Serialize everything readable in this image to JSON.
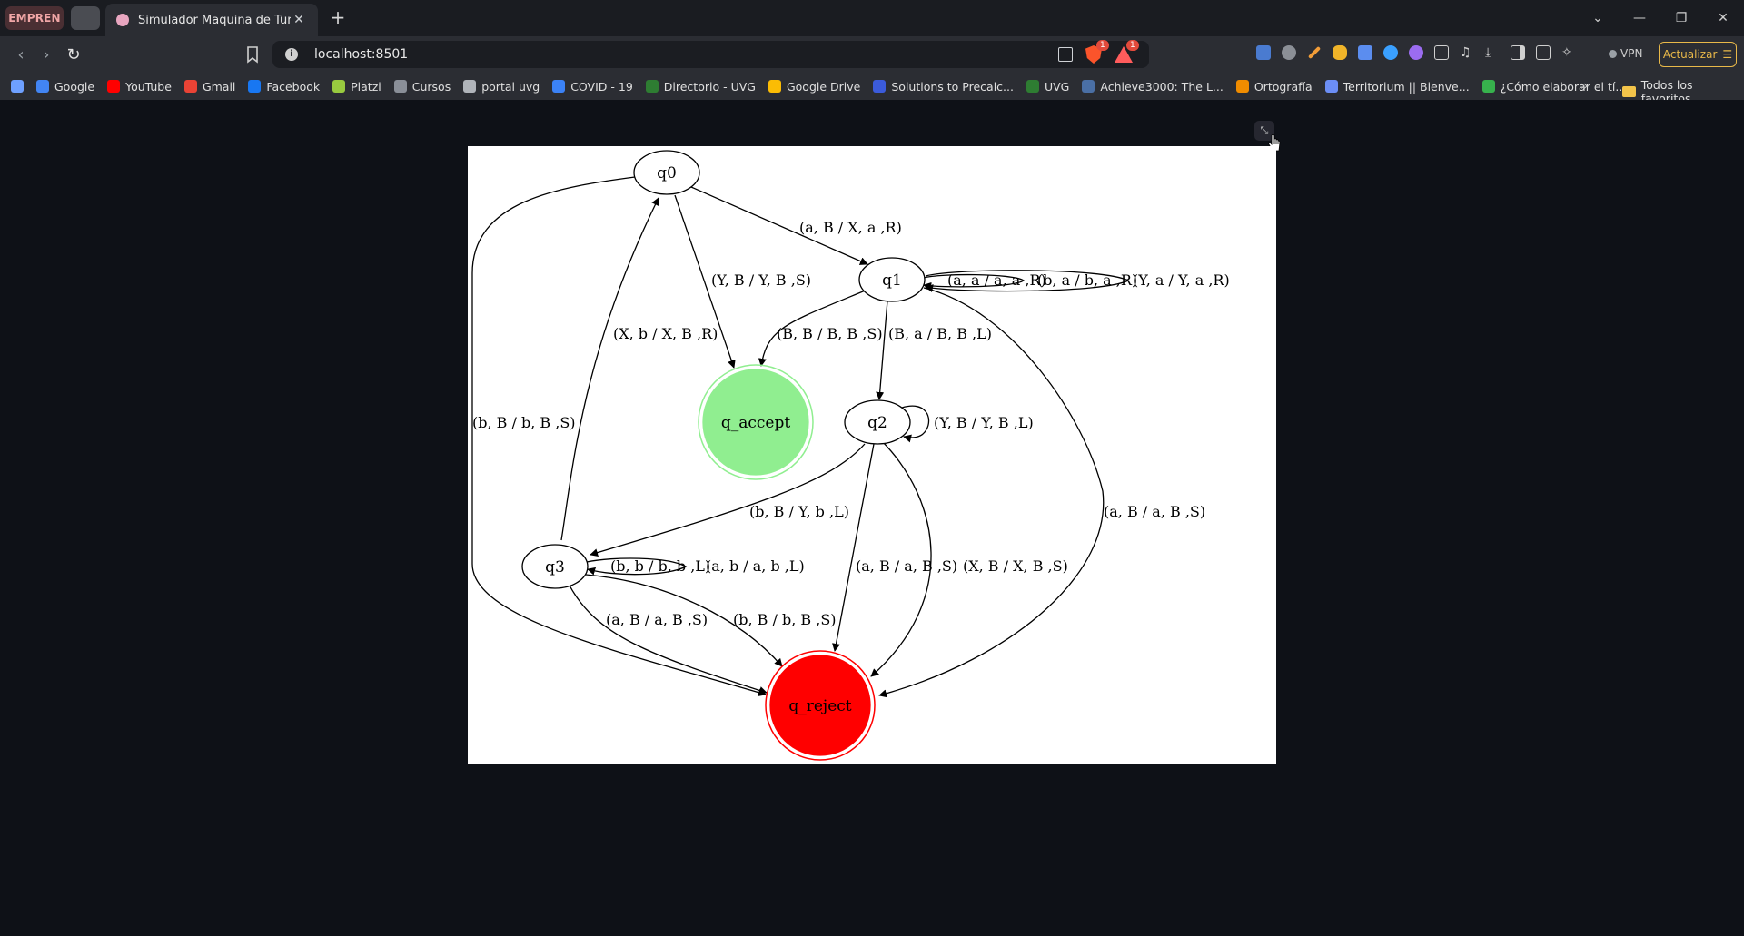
{
  "browser": {
    "pinned_tabs": [
      {
        "label": "EMPREN"
      },
      {
        "label": ""
      }
    ],
    "active_tab": {
      "title": "Simulador Maquina de Turing",
      "close": "✕"
    },
    "new_tab": "+",
    "window_controls": {
      "tabs_menu": "⌄",
      "minimize": "—",
      "restore": "❐",
      "close": "✕"
    },
    "url": "localhost:8501",
    "shield_badge": "1",
    "rewards_badge": "1",
    "vpn_label": "VPN",
    "update_label": "Actualizar",
    "more_bookmarks": "»",
    "all_bookmarks": "Todos los favoritos",
    "bookmarks": [
      {
        "label": "Google",
        "color": "#4285f4"
      },
      {
        "label": "YouTube",
        "color": "#ff0000"
      },
      {
        "label": "Gmail",
        "color": "#ea4335"
      },
      {
        "label": "Facebook",
        "color": "#1877f2"
      },
      {
        "label": "Platzi",
        "color": "#98ca3f"
      },
      {
        "label": "Cursos",
        "color": "#8a8f98"
      },
      {
        "label": "portal uvg",
        "color": "#b0b4ba"
      },
      {
        "label": "COVID - 19",
        "color": "#3b82f6"
      },
      {
        "label": "Directorio - UVG",
        "color": "#2e7d32"
      },
      {
        "label": "Google Drive",
        "color": "#fbbc04"
      },
      {
        "label": "Solutions to Precalc...",
        "color": "#3b5bdb"
      },
      {
        "label": "UVG",
        "color": "#2e7d32"
      },
      {
        "label": "Achieve3000: The L...",
        "color": "#4a6fa5"
      },
      {
        "label": "Ortografía",
        "color": "#f08c00"
      },
      {
        "label": "Territorium || Bienve...",
        "color": "#6c8ef5"
      },
      {
        "label": "¿Cómo elaborar el tí...",
        "color": "#37b24d"
      }
    ]
  },
  "app": {
    "fullscreen_icon": "⤡",
    "graph": {
      "states": {
        "q0": "q0",
        "q1": "q1",
        "q2": "q2",
        "q3": "q3",
        "q_accept": "q_accept",
        "q_reject": "q_reject"
      },
      "colors": {
        "accept": "#90ee90",
        "reject": "#ff0000"
      },
      "transitions": {
        "q0_q1": "(a, B / X, a ,R)",
        "q0_accept": "(Y, B / Y, B ,S)",
        "q0_reject": "(b, B / b, B ,S)",
        "q1_loop_a": "(a, a / a, a ,R)",
        "q1_loop_b": "(b, a / b, a ,R)",
        "q1_loop_Y": "(Y, a / Y, a ,R)",
        "q1_accept": "(B, B / B, B ,S)",
        "q1_q2": "(B, a / B, B ,L)",
        "q1_reject": "(a, B / a, B ,S)",
        "q2_loop": "(Y, B / Y, B ,L)",
        "q2_q3": "(b, B / Y, b ,L)",
        "q2_reject_a": "(a, B / a, B ,S)",
        "q2_reject_X": "(X, B / X, B ,S)",
        "q3_q0": "(X, b / X, B ,R)",
        "q3_loop_b": "(b, b / b, b ,L)",
        "q3_loop_a": "(a, b / a, b ,L)",
        "q3_reject_a": "(a, B / a, B ,S)",
        "q3_reject_b": "(b, B / b, B ,S)"
      }
    }
  }
}
